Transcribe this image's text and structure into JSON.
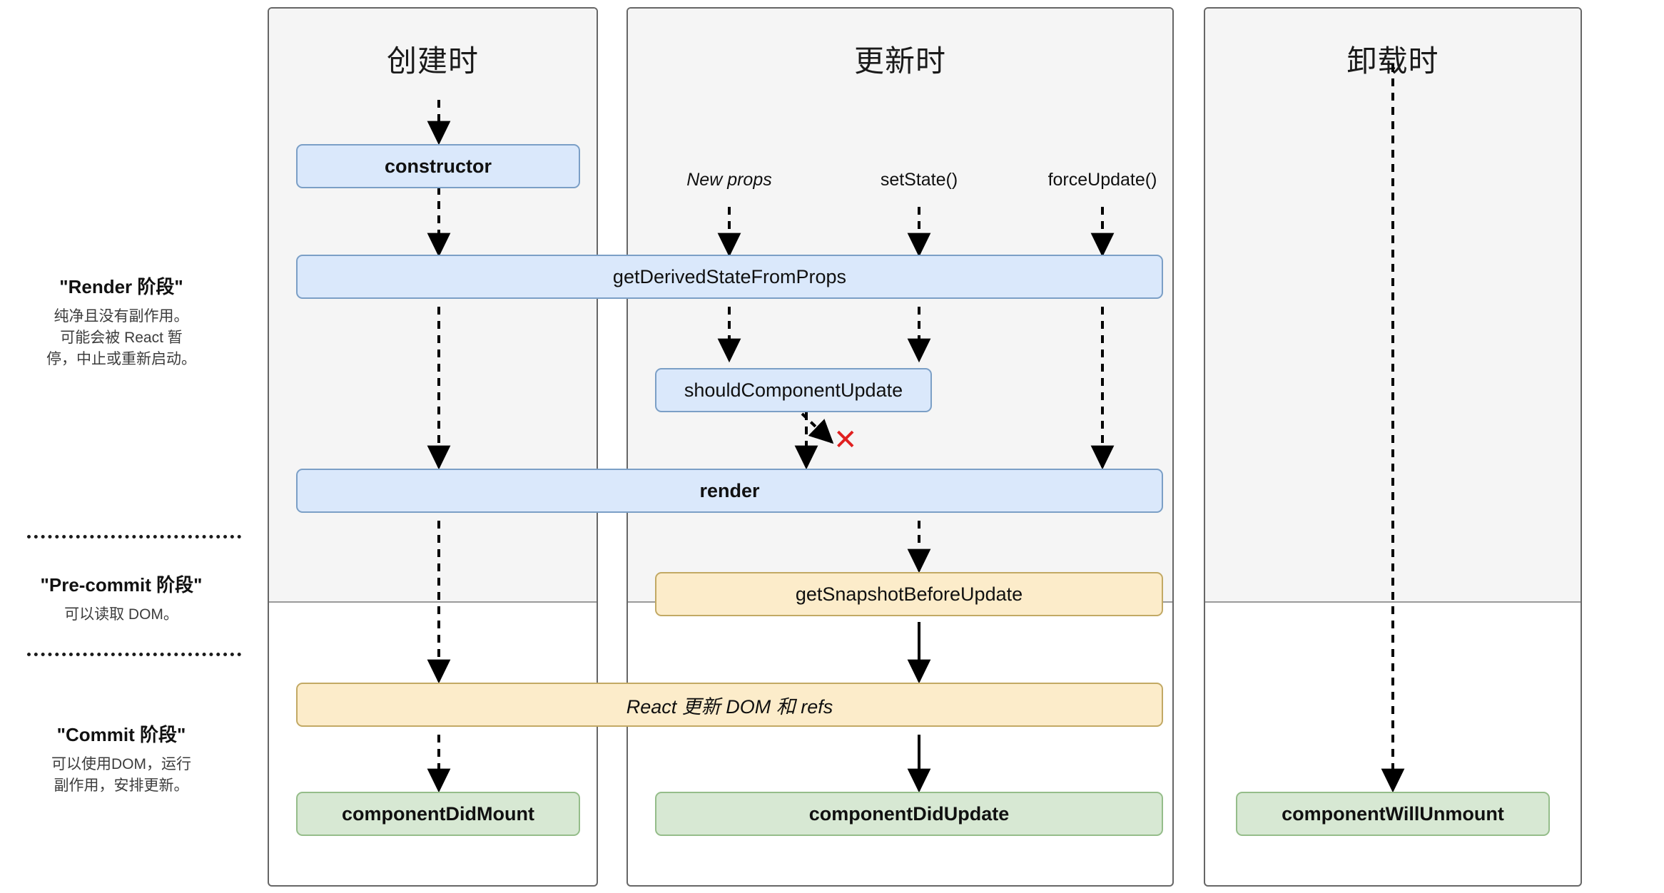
{
  "diagram": {
    "title": "React Component Lifecycle",
    "colors": {
      "blue_fill": "#dae8fb",
      "blue_border": "#7b9fc6",
      "yellow_fill": "#fcecca",
      "yellow_border": "#c2a964",
      "green_fill": "#d7e8d3",
      "green_border": "#95bd8a",
      "panel_top_fill": "#f5f5f5",
      "panel_border": "#666666",
      "x_mark": "#e02020"
    }
  },
  "phases": [
    {
      "title": "\"Render 阶段\"",
      "description": "纯净且没有副作用。\n可能会被 React 暂\n停，中止或重新启动。"
    },
    {
      "title": "\"Pre-commit 阶段\"",
      "description": "可以读取 DOM。"
    },
    {
      "title": "\"Commit 阶段\"",
      "description": "可以使用DOM，运行\n副作用，安排更新。"
    }
  ],
  "columns": [
    {
      "title": "创建时"
    },
    {
      "title": "更新时"
    },
    {
      "title": "卸载时"
    }
  ],
  "triggers": [
    {
      "label": "New props",
      "style": "italic"
    },
    {
      "label": "setState()",
      "style": "normal"
    },
    {
      "label": "forceUpdate()",
      "style": "normal"
    }
  ],
  "nodes": {
    "constructor": "constructor",
    "get_derived_state_from_props": "getDerivedStateFromProps",
    "should_component_update": "shouldComponentUpdate",
    "render": "render",
    "get_snapshot_before_update": "getSnapshotBeforeUpdate",
    "react_updates_dom": "React 更新 DOM 和 refs",
    "component_did_mount": "componentDidMount",
    "component_did_update": "componentDidUpdate",
    "component_will_unmount": "componentWillUnmount"
  },
  "markers": {
    "skip_update": "✕"
  }
}
